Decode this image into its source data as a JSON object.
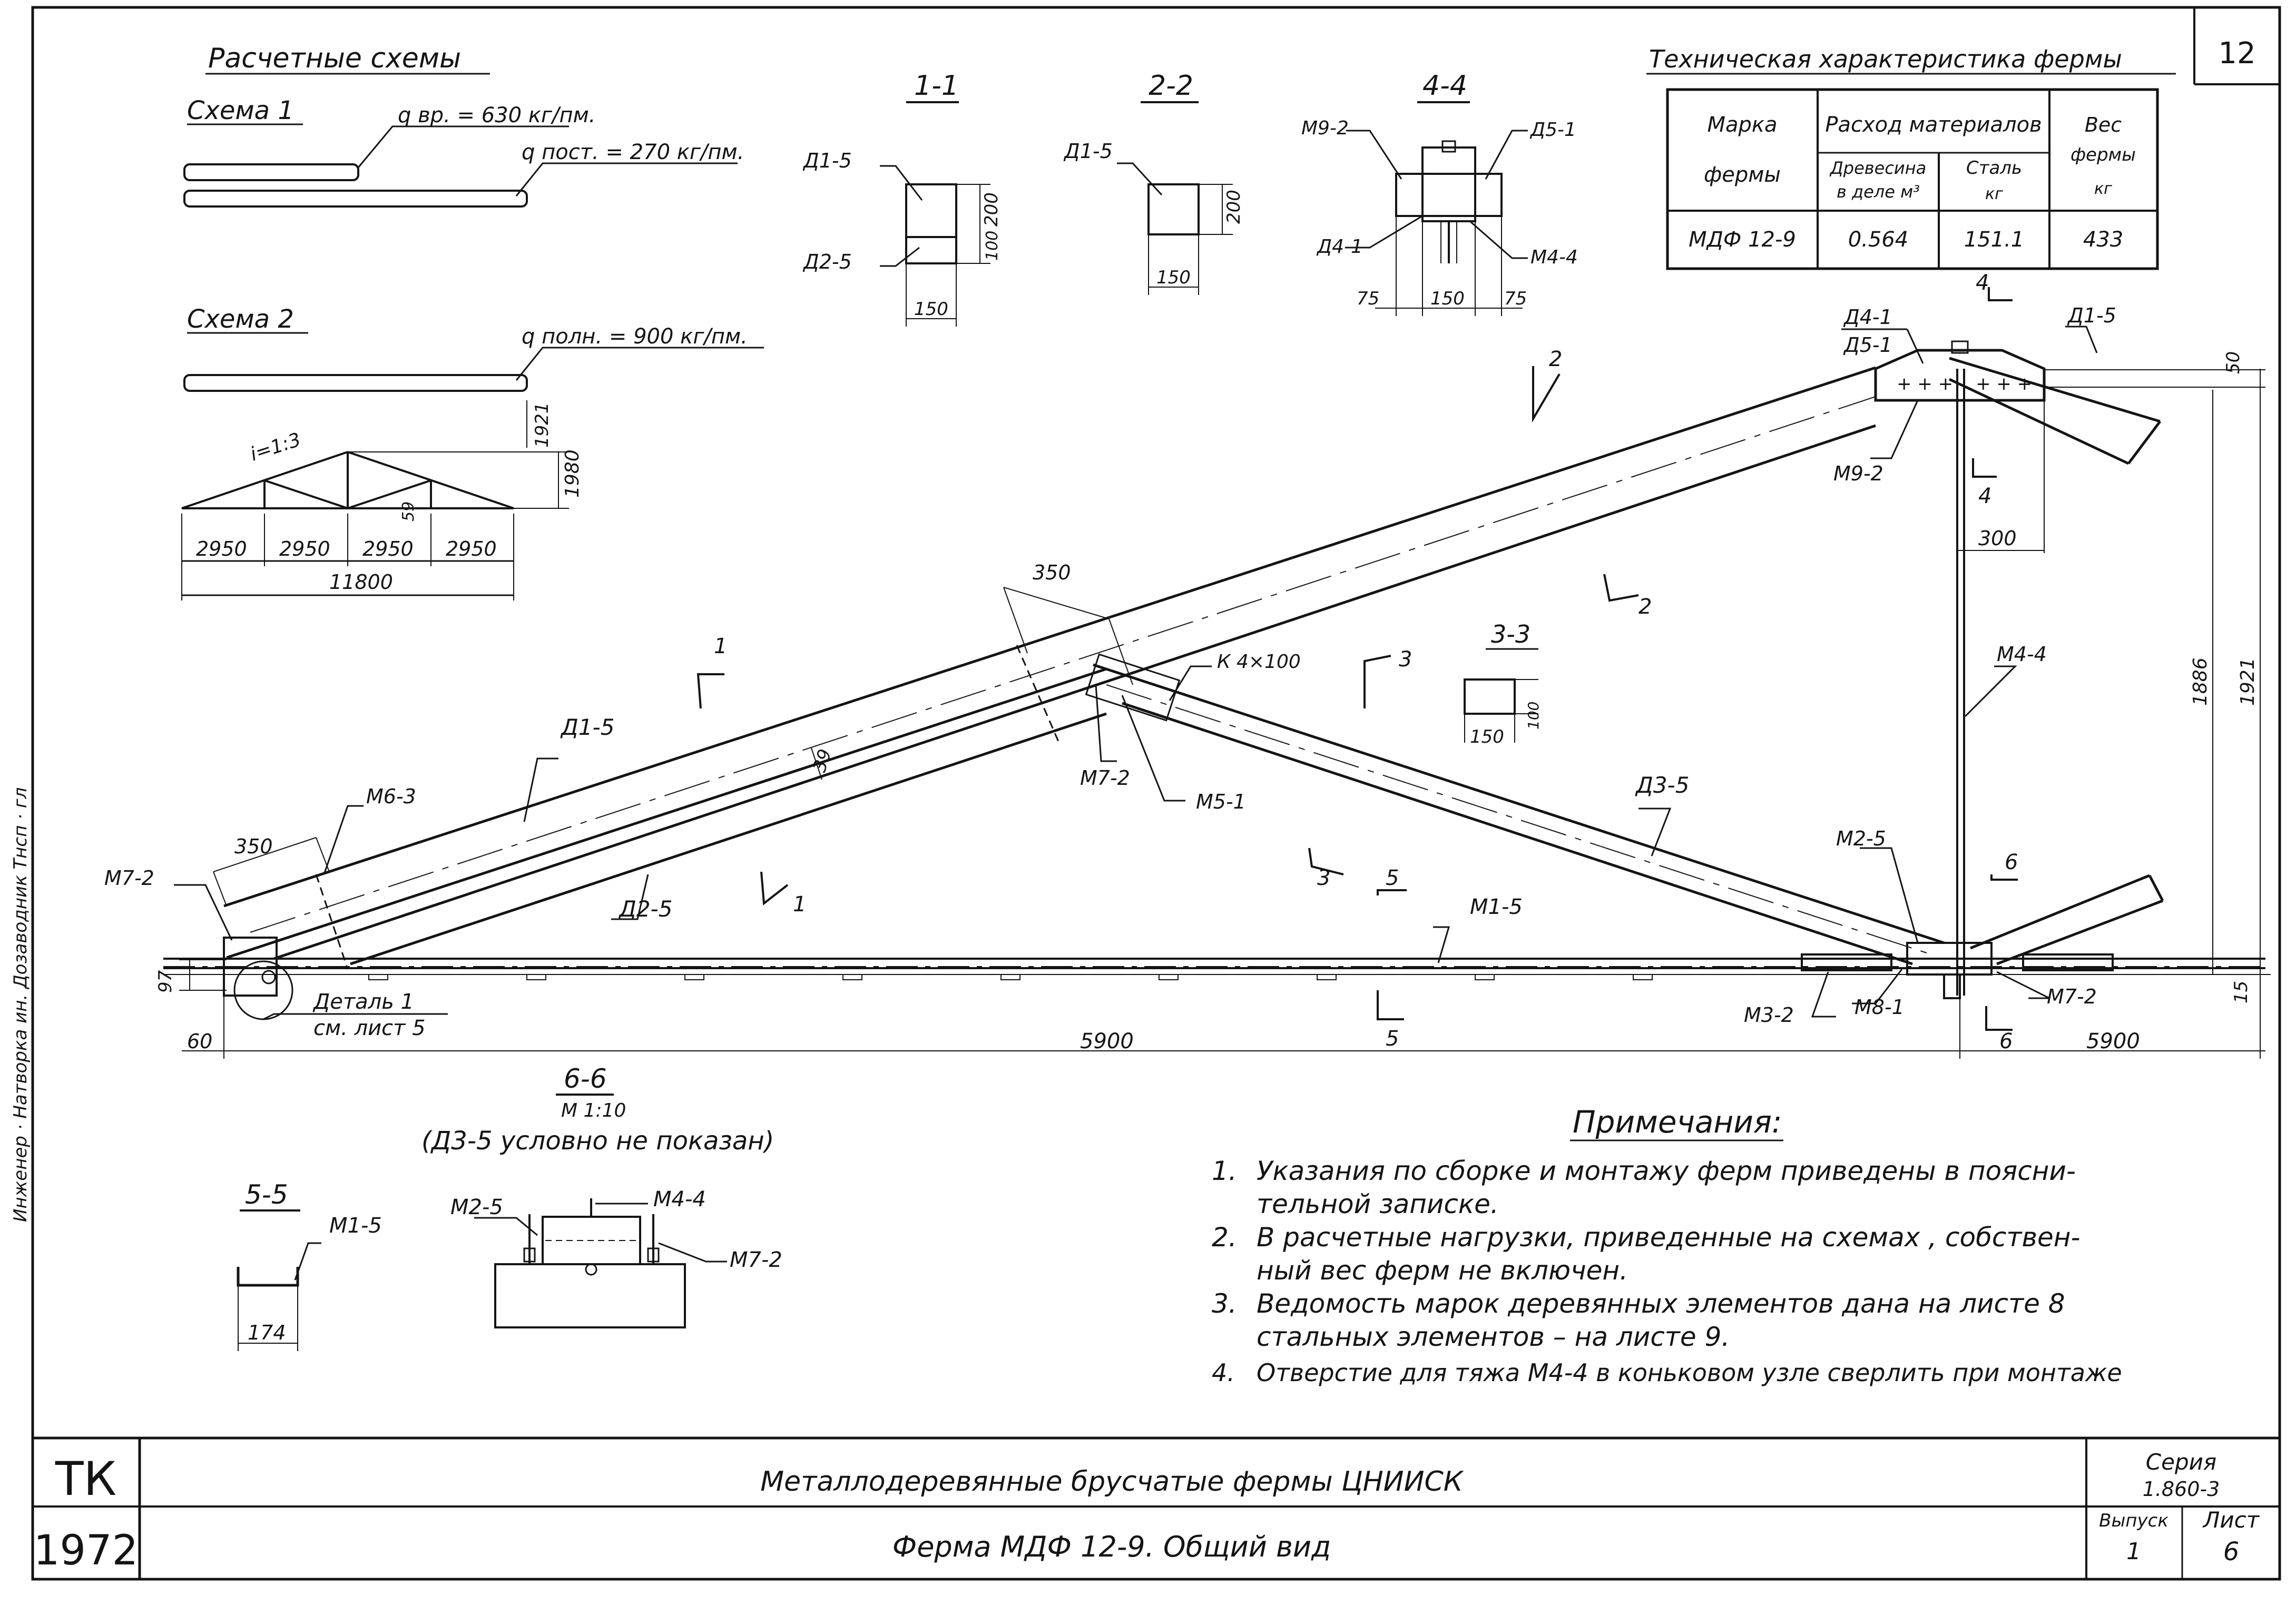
{
  "sheet_number": "12",
  "schemes": {
    "title": "Расчетные схемы",
    "scheme1": {
      "label": "Схема 1",
      "load_temp": "q вр. = 630 кг/пм.",
      "load_perm": "q пост. = 270 кг/пм."
    },
    "scheme2": {
      "label": "Схема 2",
      "load_full": "q полн. = 900 кг/пм.",
      "slope": "i=1:3",
      "dim_height": "1980",
      "dim_top": "1921",
      "dim_small": "59",
      "spans": [
        "2950",
        "2950",
        "2950",
        "2950"
      ],
      "span_total": "11800"
    }
  },
  "sections": {
    "s11": {
      "title": "1-1",
      "labels": [
        "Д1-5",
        "Д2-5"
      ],
      "dims": [
        "200",
        "100",
        "150"
      ]
    },
    "s22": {
      "title": "2-2",
      "labels": [
        "Д1-5"
      ],
      "dims": [
        "200",
        "150"
      ]
    },
    "s44": {
      "title": "4-4",
      "labels": [
        "М9-2",
        "Д5-1",
        "Д4-1",
        "М4-4"
      ],
      "dims": [
        "75",
        "150",
        "75"
      ]
    },
    "s33": {
      "title": "3-3",
      "dims": [
        "150",
        "100"
      ]
    }
  },
  "tech_table": {
    "title": "Техническая характеристика фермы",
    "col_mark": [
      "Марка",
      "фермы"
    ],
    "col_consumption": "Расход материалов",
    "col_wood": [
      "Древесина",
      "в деле м³"
    ],
    "col_steel": [
      "Сталь",
      "кг"
    ],
    "col_weight": [
      "Вес",
      "фермы",
      "кг"
    ],
    "row": {
      "mark": "МДФ 12-9",
      "wood": "0.564",
      "steel": "151.1",
      "weight": "433"
    }
  },
  "truss_labels": {
    "top_chord": "Д1-5",
    "strut": "Д2-5",
    "brace": "Д3-5",
    "ridge_a": "Д4-1",
    "ridge_b": "Д5-1",
    "ridge_chord": "Д1-5",
    "m9": "М9-2",
    "m44": "М4-4",
    "m63": "М6-3",
    "m72_left": "М7-2",
    "m72_mid": "М7-2",
    "m51": "М5-1",
    "k4": "К 4×100",
    "m15": "М1-5",
    "m25": "М2-5",
    "m32": "М3-2",
    "m81": "М8-1",
    "m72_right": "М7-2",
    "detail": "Деталь 1",
    "detail_ref": "см. лист 5"
  },
  "dimensions": {
    "d350_top": "350",
    "d350_left": "350",
    "d39": "39",
    "d50": "50",
    "d300": "300",
    "d1886": "1886",
    "d1921": "1921",
    "d97": "97",
    "d60": "60",
    "d5900_left": "5900",
    "d5900_right": "5900",
    "d15": "15"
  },
  "cut_marks": [
    "1",
    "1",
    "2",
    "2",
    "3",
    "3",
    "4",
    "4",
    "5",
    "5",
    "6",
    "6"
  ],
  "section66": {
    "title": "6-6",
    "scale": "М 1:10",
    "note": "(Д3-5 условно не показан)",
    "labels": [
      "М2-5",
      "М4-4",
      "М7-2"
    ]
  },
  "section55": {
    "title": "5-5",
    "labels": [
      "М1-5"
    ],
    "dim": "174"
  },
  "notes": {
    "title": "Примечания:",
    "items": [
      "1. Указания по сборке и монтажу ферм приведены в пояснительной записке.",
      "2. В расчетные нагрузки, приведенные на схемах, собственный вес ферм не включен.",
      "3. Ведомость марок деревянных элементов дана на листе 8 стальных элементов — на листе 9.",
      "4. Отверстие для тяжа М4-4 в коньковом узле сверлить при монтаже"
    ],
    "lines": [
      [
        "1.",
        "Указания  по  сборке  и  монтажу  ферм  приведены  в  поясни-"
      ],
      [
        "",
        "тельной  записке."
      ],
      [
        "2.",
        "В расчетные  нагрузки,  приведенные  на  схемах ,  собствен-"
      ],
      [
        "",
        "ный  вес  ферм  не  включен."
      ],
      [
        "3.",
        "Ведомость  марок  деревянных  элементов  дана  на  листе  8"
      ],
      [
        "",
        "стальных  элементов  –  на  листе  9."
      ],
      [
        "4.",
        "Отверстие для тяжа М4-4 в коньковом узле сверлить при монтаже"
      ]
    ]
  },
  "title_block": {
    "org": "ТК",
    "year": "1972",
    "title1": "Металлодеревянные брусчатые фермы ЦНИИСК",
    "title2": "Ферма МДФ 12-9. Общий вид",
    "series_label": "Серия",
    "series_value": "1.860-3",
    "issue_label": "Выпуск",
    "issue_value": "1",
    "sheet_label": "Лист",
    "sheet_value": "6"
  },
  "margin_text": "Инженер   ·   Натворка ин.   Дозаводник   Тнсп   ·   гл"
}
